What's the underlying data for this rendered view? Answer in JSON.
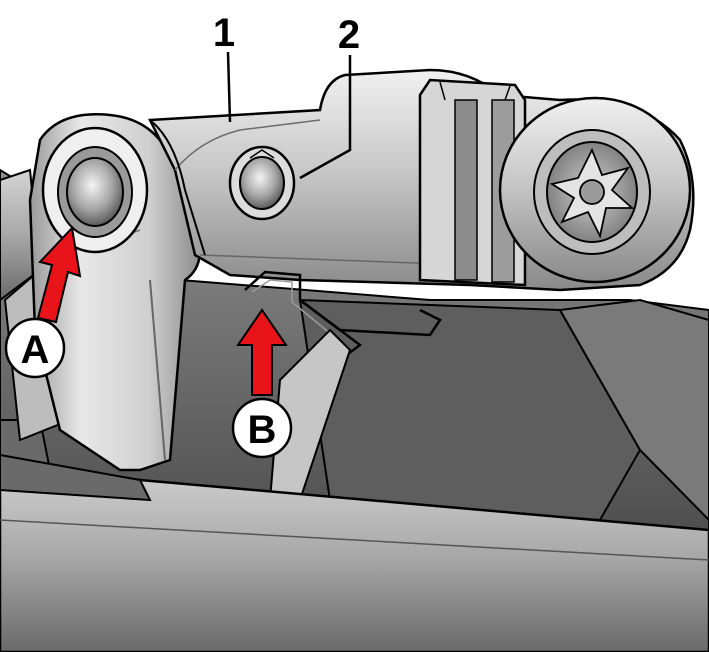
{
  "figure": {
    "callouts": {
      "part_1": "1",
      "part_2": "2",
      "arrow_a": "A",
      "arrow_b": "B"
    },
    "colors": {
      "arrow": "#e8141a",
      "outline": "#000000",
      "metal_light": "#e6e6e6",
      "metal_mid": "#b9b9b9",
      "metal_dark": "#6e6e6e",
      "background": "#ffffff"
    }
  }
}
